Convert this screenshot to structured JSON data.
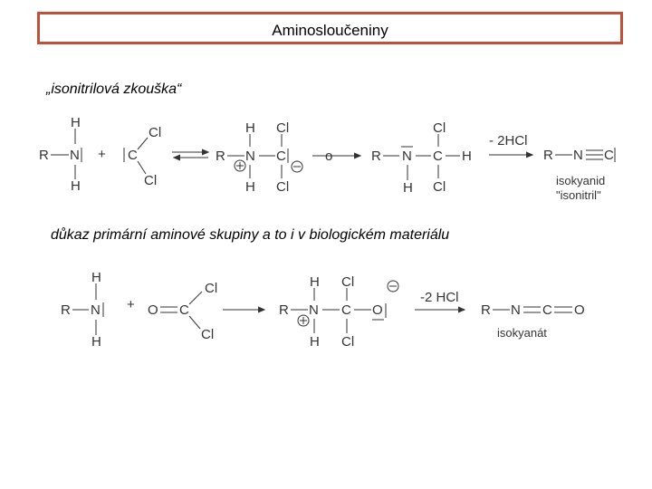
{
  "title": "Aminosloučeniny",
  "heading": "„isonitrilová zkouška“",
  "subheading": "důkaz primární aminové skupiny a to i v biologickém materiálu",
  "reaction1": {
    "atoms": {
      "R": "R",
      "N": "N",
      "H": "H",
      "C": "C",
      "Cl": "Cl",
      "O": "o",
      "plus": "+"
    },
    "arrow_label": "- 2HCl",
    "product_label_1": "isokyanid",
    "product_label_2": "\"isonitril\""
  },
  "reaction2": {
    "atoms": {
      "R": "R",
      "N": "N",
      "H": "H",
      "C": "C",
      "Cl": "Cl",
      "O": "O",
      "plus": "+"
    },
    "arrow_label": "-2 HCl",
    "product_label": "isokyanát"
  },
  "colors": {
    "title_border": "#c0503a",
    "ink": "#333333"
  }
}
